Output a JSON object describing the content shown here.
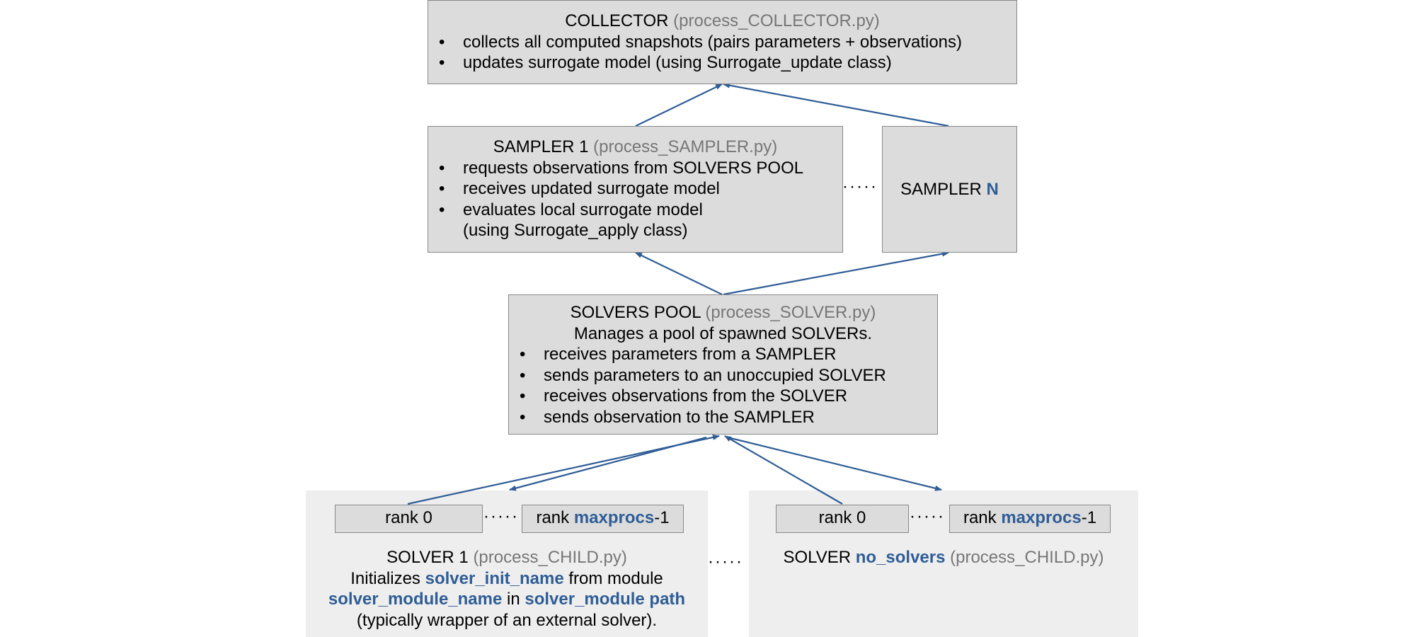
{
  "collector": {
    "title": "COLLECTOR",
    "file": "(process_COLLECTOR.py)",
    "items": [
      "collects all computed snapshots (pairs parameters + observations)",
      "updates surrogate model (using Surrogate_update class)"
    ]
  },
  "sampler1": {
    "title": "SAMPLER 1",
    "file": "(process_SAMPLER.py)",
    "items": [
      "requests observations from SOLVERS POOL",
      "receives updated surrogate model",
      "evaluates local surrogate model"
    ],
    "item3_cont": "(using Surrogate_apply class)"
  },
  "samplerN": {
    "label": "SAMPLER",
    "n": "N"
  },
  "pool": {
    "title": "SOLVERS POOL",
    "file": "(process_SOLVER.py)",
    "subtitle": "Manages a pool of spawned SOLVERs.",
    "items": [
      "receives parameters from a SAMPLER",
      "sends parameters to an unoccupied SOLVER",
      "receives observations from the SOLVER",
      "sends observation to the SAMPLER"
    ]
  },
  "solver1": {
    "rank0": "rank 0",
    "rank_prefix": "rank",
    "rank_var": "maxprocs",
    "rank_suffix": "-1",
    "title": "SOLVER 1",
    "file": "(process_CHILD.py)",
    "init_prefix": "Initializes",
    "init_var": "solver_init_name",
    "init_mid": "from module",
    "module_var": "solver_module_name",
    "module_in": "in",
    "path_var": "solver_module path",
    "note": "(typically wrapper of an external solver)."
  },
  "solverN": {
    "rank0": "rank 0",
    "rank_prefix": "rank",
    "rank_var": "maxprocs",
    "rank_suffix": "-1",
    "title": "SOLVER",
    "var": "no_solvers",
    "file": "(process_CHILD.py)"
  },
  "colors": {
    "box": "#dcdcdc",
    "panel": "#eeeeee",
    "accent": "#2f5d96",
    "muted": "#777777"
  }
}
